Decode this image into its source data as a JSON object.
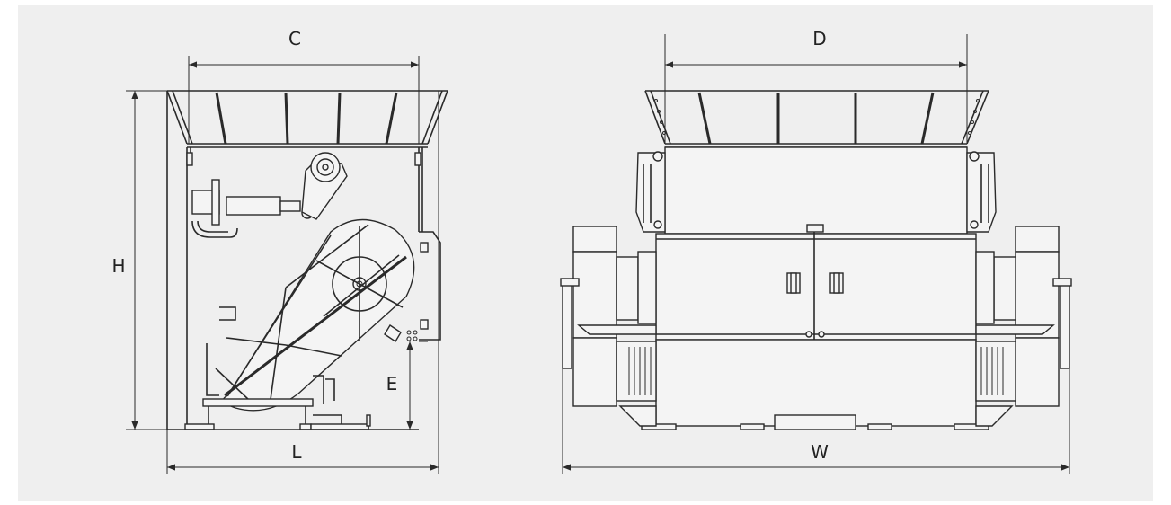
{
  "labels": {
    "C": "C",
    "D": "D",
    "H": "H",
    "E": "E",
    "L": "L",
    "W": "W"
  },
  "colors": {
    "background": "#efefef",
    "line": "#2a2a2a"
  }
}
